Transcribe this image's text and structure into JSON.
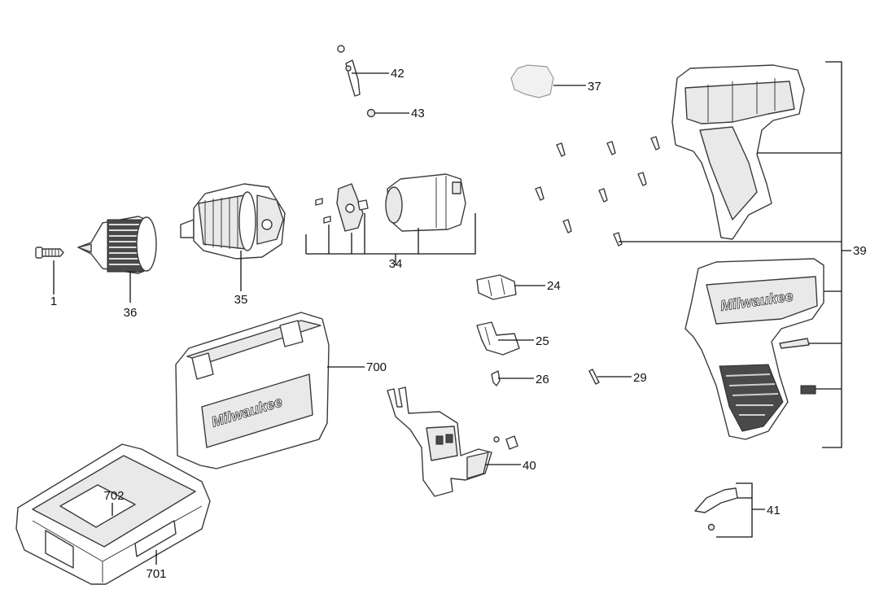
{
  "labels": {
    "p1": "1",
    "p24": "24",
    "p25": "25",
    "p26": "26",
    "p29": "29",
    "p34": "34",
    "p35": "35",
    "p36": "36",
    "p37": "37",
    "p39": "39",
    "p40": "40",
    "p41": "41",
    "p42": "42",
    "p43": "43",
    "p700": "700",
    "p701": "701",
    "p702": "702"
  },
  "brand": "Milwaukee"
}
